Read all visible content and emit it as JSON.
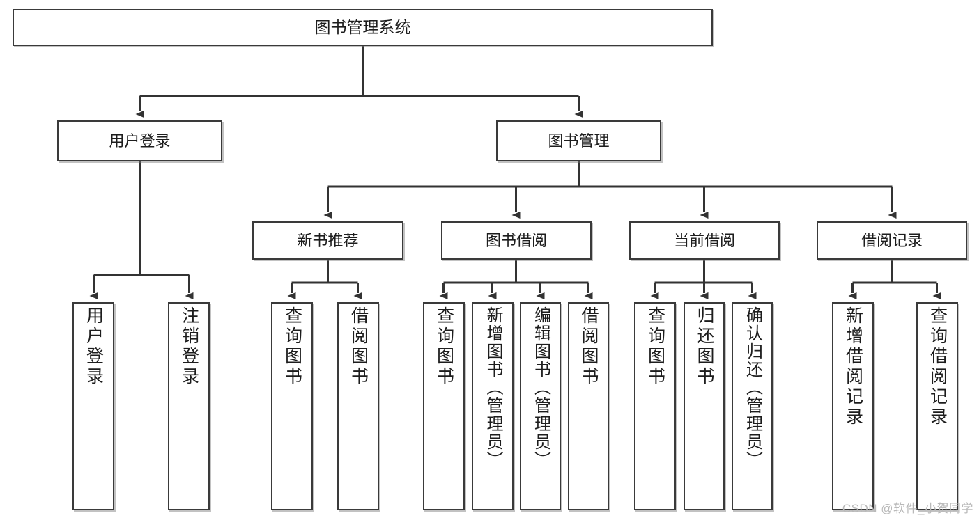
{
  "diagram": {
    "type": "tree-hierarchy-chart",
    "title": "图书管理系统",
    "colors": {
      "box_border": "#3a3a3a",
      "box_fill": "#ffffff",
      "connector": "#333333",
      "text": "#1d1d1d",
      "watermark": "#b9b9b9",
      "background": "#ffffff"
    },
    "root": {
      "label": "图书管理系统"
    },
    "level1": [
      {
        "label": "用户登录"
      },
      {
        "label": "图书管理"
      }
    ],
    "level2": [
      {
        "label": "新书推荐"
      },
      {
        "label": "图书借阅"
      },
      {
        "label": "当前借阅"
      },
      {
        "label": "借阅记录"
      }
    ],
    "leaves": [
      {
        "label": "用户登录",
        "parent": "用户登录"
      },
      {
        "label": "注销登录",
        "parent": "用户登录"
      },
      {
        "label": "查询图书",
        "parent": "新书推荐"
      },
      {
        "label": "借阅图书",
        "parent": "新书推荐"
      },
      {
        "label": "查询图书",
        "parent": "图书借阅"
      },
      {
        "label": "新增图书（管理员）",
        "parent": "图书借阅"
      },
      {
        "label": "编辑图书（管理员）",
        "parent": "图书借阅"
      },
      {
        "label": "借阅图书",
        "parent": "图书借阅"
      },
      {
        "label": "查询图书",
        "parent": "当前借阅"
      },
      {
        "label": "归还图书",
        "parent": "当前借阅"
      },
      {
        "label": "确认归还（管理员）",
        "parent": "当前借阅"
      },
      {
        "label": "新增借阅记录",
        "parent": "借阅记录"
      },
      {
        "label": "查询借阅记录",
        "parent": "借阅记录"
      }
    ]
  },
  "watermark": {
    "text": "CSDN @软件_小贺同学"
  }
}
